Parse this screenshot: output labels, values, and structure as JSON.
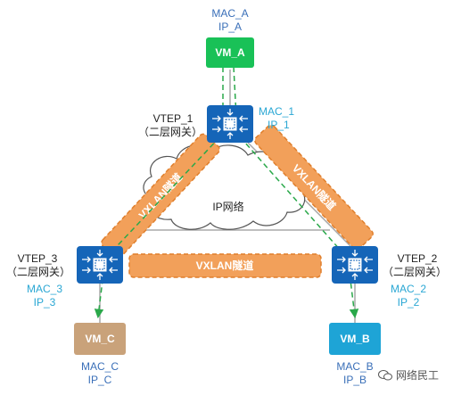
{
  "vm_a": {
    "label": "VM_A",
    "mac": "MAC_A",
    "ip": "IP_A",
    "color": "#19c157"
  },
  "vm_b": {
    "label": "VM_B",
    "mac": "MAC_B",
    "ip": "IP_B",
    "color": "#1ea4d6"
  },
  "vm_c": {
    "label": "VM_C",
    "mac": "MAC_C",
    "ip": "IP_C",
    "color": "#c9a27a"
  },
  "vtep_1": {
    "name": "VTEP_1",
    "role": "（二层网关）",
    "mac": "MAC_1",
    "ip": "IP_1"
  },
  "vtep_2": {
    "name": "VTEP_2",
    "role": "（二层网关）",
    "mac": "MAC_2",
    "ip": "IP_2"
  },
  "vtep_3": {
    "name": "VTEP_3",
    "role": "（二层网关）",
    "mac": "MAC_3",
    "ip": "IP_3"
  },
  "cloud": {
    "label": "IP网络"
  },
  "tunnels": {
    "left": "VXLAN隧道",
    "right": "VXLAN隧道",
    "bottom": "VXLAN隧道"
  },
  "watermark": {
    "text": "网络民工"
  },
  "colors": {
    "switch": "#1565b8",
    "tunnel": "#f2a05a",
    "tunnel_border": "#e07f2c",
    "path": "#2aa84a",
    "link": "#a8a8a8"
  }
}
